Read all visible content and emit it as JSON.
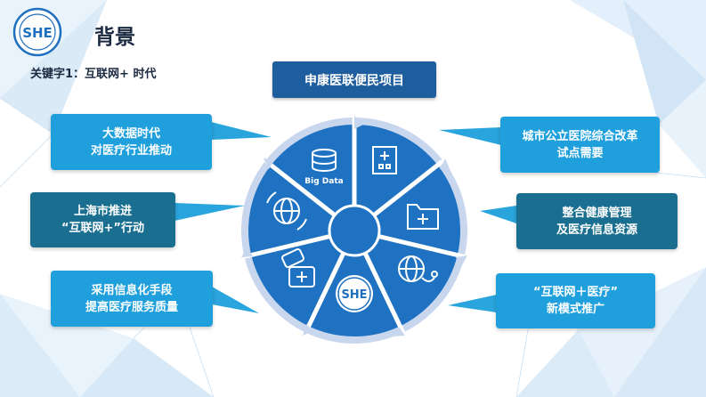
{
  "header": {
    "title": "背景",
    "keyword": "关键字1：互联网+ 时代"
  },
  "center": {
    "project": "申康医联便民项目",
    "big_data_label": "Big Data"
  },
  "callouts": {
    "left_top": [
      "大数据时代",
      "对医疗行业推动"
    ],
    "left_mid": [
      "上海市推进",
      "“互联网+”行动"
    ],
    "left_bottom": [
      "采用信息化手段",
      "提高医疗服务质量"
    ],
    "right_top": [
      "城市公立医院综合改革",
      "试点需要"
    ],
    "right_mid": [
      "整合健康管理",
      "及医疗信息资源"
    ],
    "right_bottom": [
      "“互联网＋医疗”",
      "新模式推广"
    ]
  },
  "colors": {
    "dark_blue": "#1f5e9e",
    "wheel_blue": "#1f72c2",
    "light_callout": "#1fa0dc",
    "dark_callout": "#1a6f90"
  },
  "icons": [
    "shk-logo-icon",
    "database-icon",
    "hospital-icon",
    "medical-folder-icon",
    "globe-stethoscope-icon",
    "shk-center-logo-icon",
    "pill-medkit-icon",
    "globe-arrows-icon"
  ]
}
